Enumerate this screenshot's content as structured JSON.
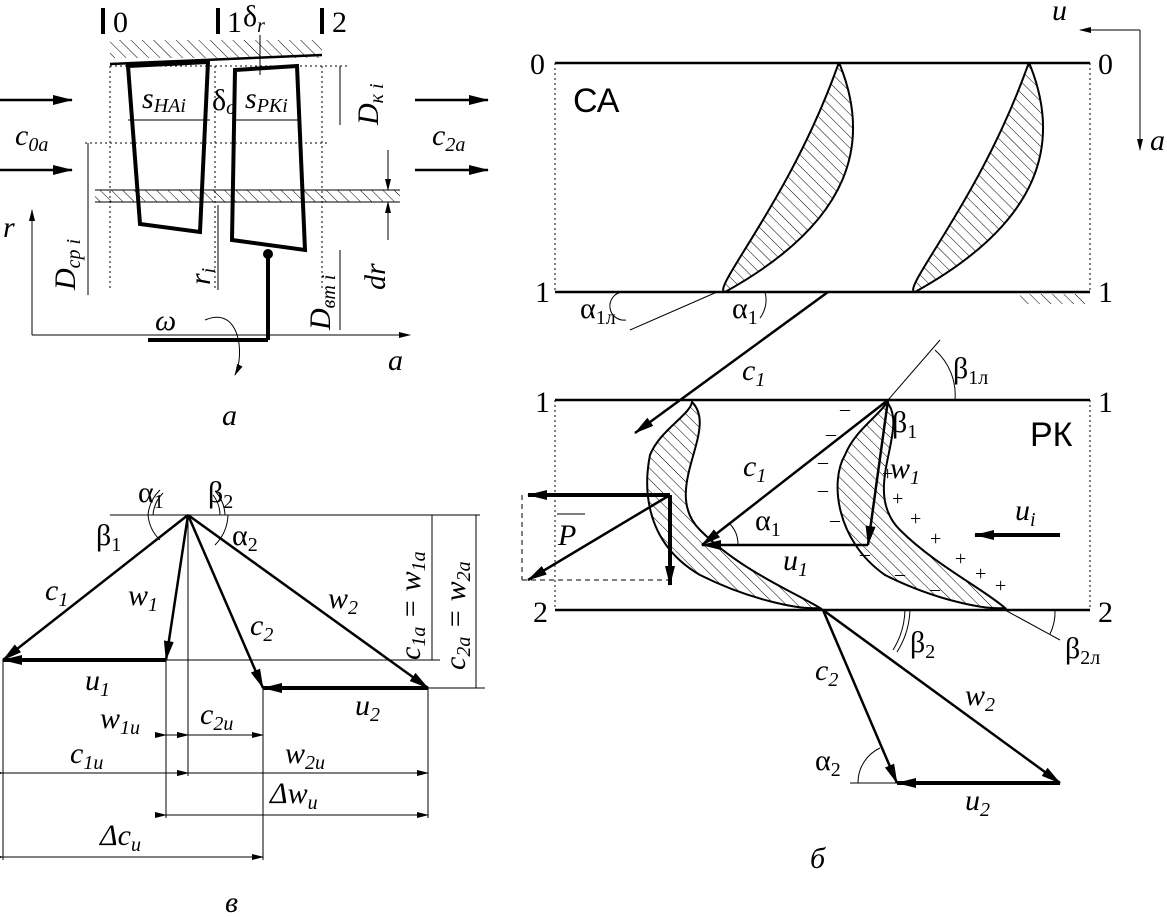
{
  "panel_a": {
    "caption": "а",
    "sec0": "0",
    "sec1": "1",
    "sec2": "2",
    "delta_r": "δ",
    "delta_r_sub": "r",
    "delta_0": "δ",
    "delta_0_sub": "о",
    "s_na": "s",
    "s_na_sub": "НА",
    "s_na_i": "i",
    "s_rk": "s",
    "s_rk_sub": "РК",
    "s_rk_i": "i",
    "c0a": "c",
    "c0a_sub": "0a",
    "c2a": "c",
    "c2a_sub": "2a",
    "dk": "D",
    "dk_sub": "к i",
    "dcp": "D",
    "dcp_sub": "ср i",
    "dvt": "D",
    "dvt_sub": "вт i",
    "r": "r",
    "ri": "r",
    "ri_sub": "i",
    "dr": "dr",
    "omega": "ω",
    "a": "a"
  },
  "panel_b": {
    "caption": "б",
    "u": "u",
    "a": "a",
    "row0_left": "0",
    "row0_right": "0",
    "row1_left": "1",
    "row1_right": "1",
    "row1b_left": "1",
    "row1b_right": "1",
    "row2_left": "2",
    "row2_right": "2",
    "ca": "СА",
    "rk": "РК",
    "alpha1l": "α",
    "alpha1l_sub": "1л",
    "alpha1": "α",
    "alpha1_sub": "1",
    "c1": "c",
    "c1_sub": "1",
    "beta1l": "β",
    "beta1l_sub": "1л",
    "beta1": "β",
    "beta1_sub": "1",
    "w1": "w",
    "w1_sub": "1",
    "c1b": "c",
    "c1b_sub": "1",
    "alpha1b": "α",
    "alpha1b_sub": "1",
    "u1": "u",
    "u1_sub": "1",
    "ui": "u",
    "ui_sub": "i",
    "p": "P",
    "beta2": "β",
    "beta2_sub": "2",
    "beta2l": "β",
    "beta2l_sub": "2л",
    "c2": "c",
    "c2_sub": "2",
    "w2": "w",
    "w2_sub": "2",
    "alpha2": "α",
    "alpha2_sub": "2",
    "u2": "u",
    "u2_sub": "2"
  },
  "panel_c": {
    "caption": "в",
    "alpha1": "α",
    "alpha1_sub": "1",
    "beta2": "β",
    "beta2_sub": "2",
    "beta1": "β",
    "beta1_sub": "1",
    "alpha2": "α",
    "alpha2_sub": "2",
    "c1": "c",
    "c1_sub": "1",
    "w1": "w",
    "w1_sub": "1",
    "c2": "c",
    "c2_sub": "2",
    "w2": "w",
    "w2_sub": "2",
    "u1": "u",
    "u1_sub": "1",
    "u2": "u",
    "u2_sub": "2",
    "c1a_eq": "c",
    "c1a_sub": "1a",
    "eq1": " = w",
    "w1a_sub": "1a",
    "c2a_eq": "c",
    "c2a_sub": "2a",
    "eq2": " = w",
    "w2a_sub": "2a",
    "w1u": "w",
    "w1u_sub": "1u",
    "c2u": "c",
    "c2u_sub": "2u",
    "c1u": "c",
    "c1u_sub": "1u",
    "w2u": "w",
    "w2u_sub": "2u",
    "dwu": "Δw",
    "dwu_sub": "u",
    "dcu": "Δc",
    "dcu_sub": "u"
  }
}
